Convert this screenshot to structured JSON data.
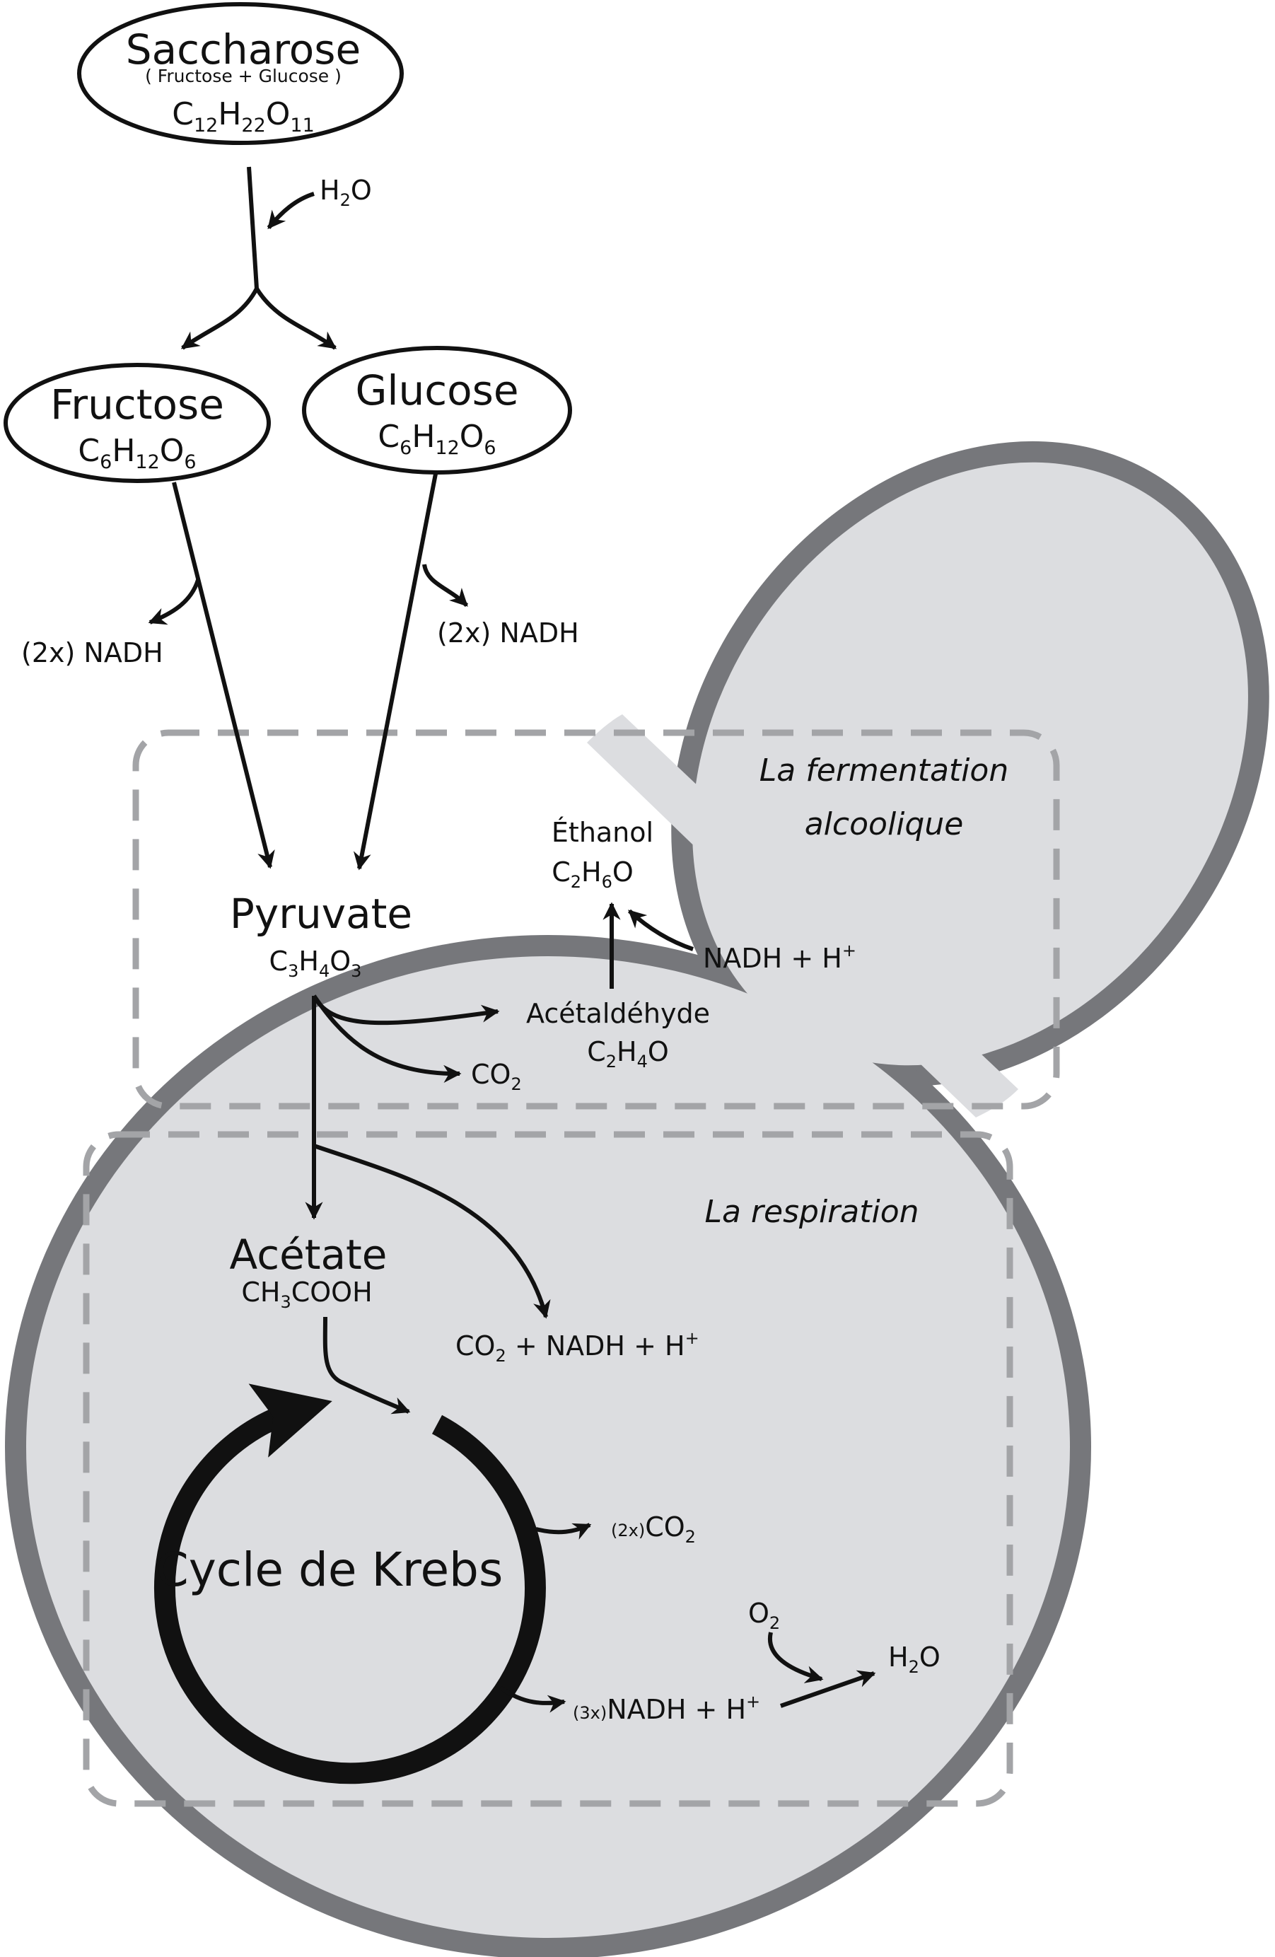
{
  "colors": {
    "cell_fill": "#dcdde0",
    "cell_wall": "#76777b",
    "dash": "#a3a4a7",
    "ink": "#111111",
    "background": "#ffffff"
  },
  "saccharose": {
    "name": "Saccharose",
    "composition": "( Fructose  + Glucose )",
    "formula": {
      "C": "C",
      "c_n": "12",
      "H": "H",
      "h_n": "22",
      "O": "O",
      "o_n": "11"
    }
  },
  "water_in": {
    "H": "H",
    "n": "2",
    "O": "O"
  },
  "fructose": {
    "name": "Fructose",
    "formula": {
      "C": "C",
      "c_n": "6",
      "H": "H",
      "h_n": "12",
      "O": "O",
      "o_n": "6"
    },
    "nadh": "(2x) NADH"
  },
  "glucose": {
    "name": "Glucose",
    "formula": {
      "C": "C",
      "c_n": "6",
      "H": "H",
      "h_n": "12",
      "O": "O",
      "o_n": "6"
    },
    "nadh": "(2x) NADH"
  },
  "fermentation": {
    "title_line1": "La fermentation",
    "title_line2": "alcoolique",
    "ethanol": {
      "name": "Éthanol",
      "formula": {
        "C": "C",
        "c_n": "2",
        "H": "H",
        "h_n": "6",
        "O": "O"
      }
    },
    "nadh_in": {
      "text": "NADH + H",
      "sup": "+"
    },
    "acetaldehyde": {
      "name": "Acétaldéhyde",
      "formula": {
        "C": "C",
        "c_n": "2",
        "H": "H",
        "h_n": "4",
        "O": "O"
      }
    },
    "co2": {
      "C": "CO",
      "n": "2"
    }
  },
  "pyruvate": {
    "name": "Pyruvate",
    "formula": {
      "C": "C",
      "c_n": "3",
      "H": "H",
      "h_n": "4",
      "O": "O",
      "o_n": "3"
    }
  },
  "respiration": {
    "title": "La respiration",
    "acetate": {
      "name": "Acétate",
      "formula": {
        "a": "CH",
        "a_n": "3",
        "b": "COOH"
      }
    },
    "co2_nadh": {
      "co": "CO",
      "n": "2",
      "rest": " + NADH + H",
      "sup": "+"
    },
    "krebs": "Cycle de Krebs",
    "co2_out": {
      "mult": "(2x)",
      "co": "CO",
      "n": "2"
    },
    "nadh_out": {
      "mult": "(3x)",
      "text": "NADH + H",
      "sup": "+"
    },
    "o2": {
      "O": "O",
      "n": "2"
    },
    "h2o": {
      "H": "H",
      "n": "2",
      "O": "O"
    }
  }
}
